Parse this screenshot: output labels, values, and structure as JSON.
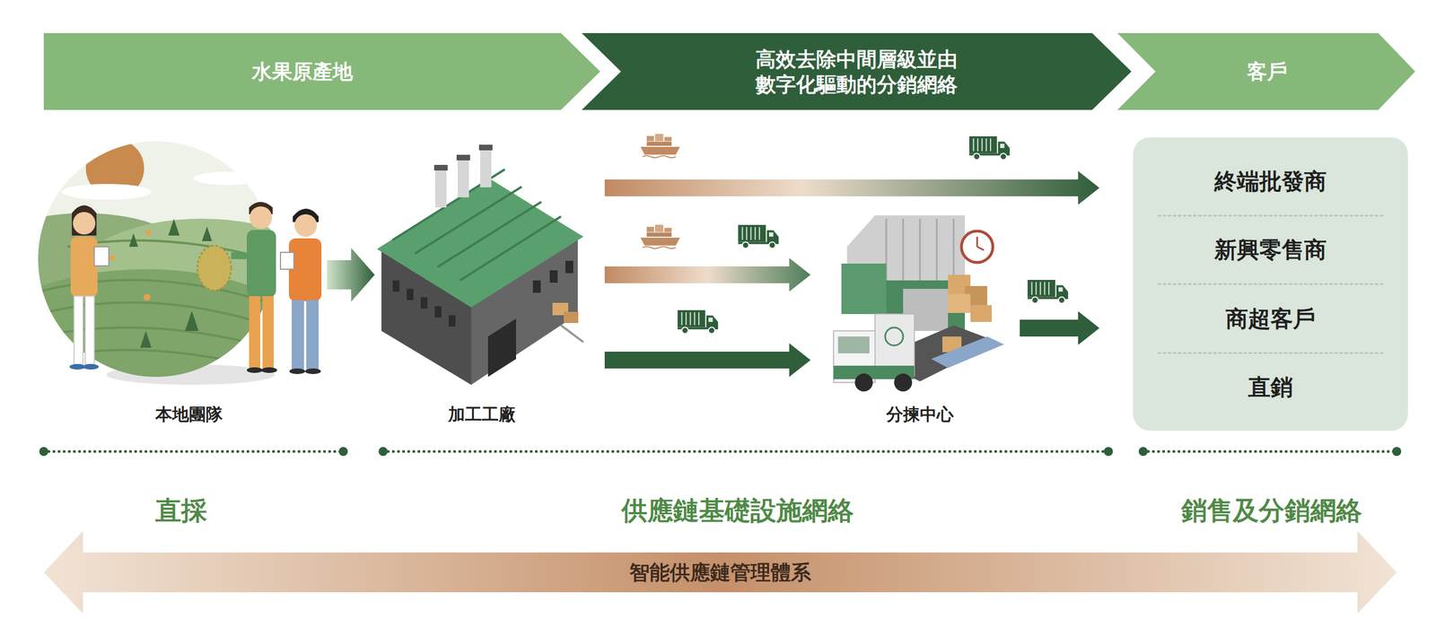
{
  "diagram": {
    "nodes": [
      {
        "text": [
          "水果原產地"
        ]
      },
      {
        "text": [
          "高效去除中間層級並由 數字化驅動的分銷網絡"
        ]
      },
      {
        "text": [
          "客戶"
        ]
      },
      {
        "text": [
          "本地團隊"
        ]
      },
      {
        "text": [
          "加工工廠"
        ]
      },
      {
        "text": [
          "分揀中心"
        ]
      },
      {
        "text": [
          "終端批發商",
          "新興零售商",
          "商超客戶",
          "直銷"
        ]
      },
      {
        "text": [
          "智能供應鏈管理體系"
        ]
      }
    ],
    "edges": [
      {
        "from": 3,
        "to": 4,
        "arrow": "to"
      },
      {
        "from": 4,
        "to": 6,
        "arrow": "to"
      },
      {
        "from": 4,
        "to": 5,
        "arrow": "to"
      },
      {
        "from": 4,
        "to": 5,
        "arrow": "to"
      },
      {
        "from": 5,
        "to": 6,
        "arrow": "to"
      }
    ],
    "labels": [
      "直採",
      "供應鏈基礎設施網絡",
      "銷售及分銷網絡"
    ]
  }
}
